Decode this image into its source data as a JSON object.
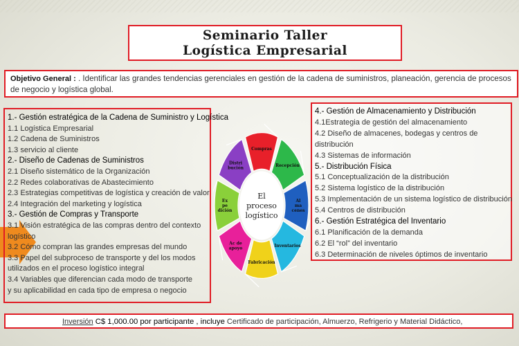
{
  "title": {
    "line1": "Seminario Taller",
    "line2": "Logística Empresarial"
  },
  "objective": {
    "label": "Objetivo General :",
    "text": ".   Identificar las grandes tendencias gerenciales en gestión de la cadena de suministros, planeación, gerencia de procesos de negocio y logística global."
  },
  "left_column": [
    {
      "kind": "head",
      "text": "1.- Gestión estratégica de la Cadena de Suministro y Logística"
    },
    {
      "kind": "item",
      "text": "1.1 Logística Empresarial"
    },
    {
      "kind": "item",
      "text": "1.2 Cadena de Suministros"
    },
    {
      "kind": "item",
      "text": "1.3 servicio al cliente"
    },
    {
      "kind": "head",
      "text": "2.-  Diseño de Cadenas de Suministros"
    },
    {
      "kind": "item",
      "text": "2.1 Diseño sistemático de la Organización"
    },
    {
      "kind": "item",
      "text": "2.2  Redes colaborativas de Abastecimiento"
    },
    {
      "kind": "item",
      "text": "2.3 Estrategias competitivas de logística y creación de valor"
    },
    {
      "kind": "item",
      "text": "2.4 Integración del marketing y logística"
    },
    {
      "kind": "head",
      "text": "3.-  Gestión de Compras y Transporte"
    },
    {
      "kind": "item",
      "text": "3.1 Visión estratégica de las compras dentro del contexto"
    },
    {
      "kind": "item",
      "text": "logístico"
    },
    {
      "kind": "item",
      "text": "3.2 Cómo compran las grandes empresas del mundo"
    },
    {
      "kind": "item",
      "text": "3.3 Papel del subproceso de transporte y del los modos"
    },
    {
      "kind": "item",
      "text": "utilizados en el proceso logístico integral"
    },
    {
      "kind": "item",
      "text": "3.4 Variables que diferencian cada modo de transporte"
    },
    {
      "kind": "item",
      "text": "y su aplicabilidad en cada tipo de empresa o negocio"
    }
  ],
  "right_column": [
    {
      "kind": "head",
      "text": "4.- Gestión de Almacenamiento y Distribución"
    },
    {
      "kind": "item",
      "text": " 4.1Estrategia de gestión del almacenamiento"
    },
    {
      "kind": "item",
      "text": "4.2 Diseño de almacenes, bodegas y centros de"
    },
    {
      "kind": "item",
      "text": "distribución"
    },
    {
      "kind": "item",
      "text": "4.3 Sistemas de información"
    },
    {
      "kind": "head",
      "text": "5.- Distribución Física"
    },
    {
      "kind": "item",
      "text": "5.1 Conceptualización de la distribución"
    },
    {
      "kind": "item",
      "text": "5.2 Sistema logístico de la distribución"
    },
    {
      "kind": "item",
      "text": "5.3 Implementación de un sistema logístico de distribución"
    },
    {
      "kind": "item",
      "text": "5.4 Centros de distribución"
    },
    {
      "kind": "head",
      "text": "6.- Gestión Estratégica del Inventario"
    },
    {
      "kind": "item",
      "text": "6.1 Planificación de la demanda"
    },
    {
      "kind": "item",
      "text": "6.2 El “rol” del inventario"
    },
    {
      "kind": "item",
      "text": "6.3 Determinación de niveles óptimos de inventario"
    }
  ],
  "cycle": {
    "center_lines": [
      "El",
      "proceso",
      "logístico"
    ],
    "segments": [
      {
        "lines": [
          "Compras"
        ],
        "color": "#e8202a"
      },
      {
        "lines": [
          "Recepción"
        ],
        "color": "#2db84a"
      },
      {
        "lines": [
          "Al",
          "ma",
          "cenes"
        ],
        "color": "#1f5fbf"
      },
      {
        "lines": [
          "Inventarios"
        ],
        "color": "#25b8e0"
      },
      {
        "lines": [
          "Fabricación"
        ],
        "color": "#f0d21a"
      },
      {
        "lines": [
          "Ac de",
          "apoyo"
        ],
        "color": "#e8209a"
      },
      {
        "lines": [
          "Ex",
          "pe",
          "dición"
        ],
        "color": "#8ad03a"
      },
      {
        "lines": [
          "Distri",
          "bución"
        ],
        "color": "#8a3fc4"
      }
    ]
  },
  "investment": {
    "label": "Inversión",
    "amount": "C$ 1,000.00 por participante , incluye",
    "includes": "Certificado de participación, Almuerzo,  Refrigerio y Material Didáctico,"
  },
  "colors": {
    "frame_red": "#e01b24",
    "arrow_orange": "#ef8a1e"
  }
}
